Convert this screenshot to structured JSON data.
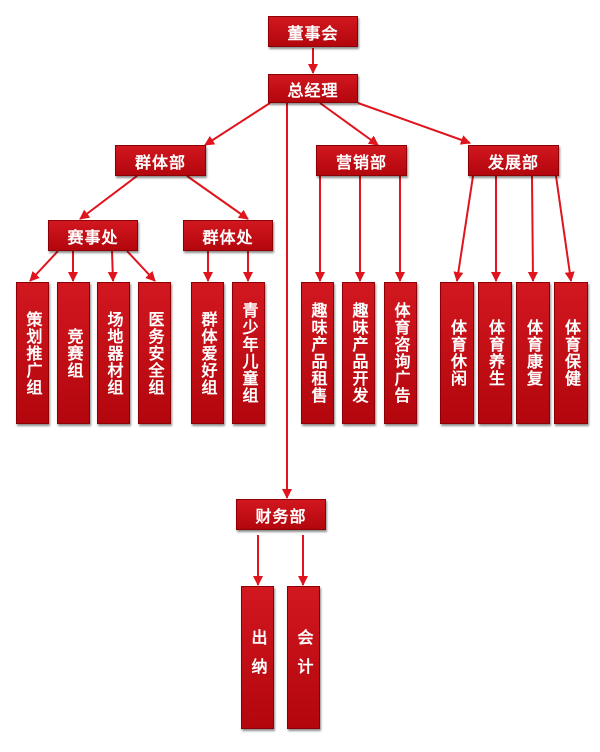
{
  "colors": {
    "box": "#c40d14",
    "arrow": "#e0141d"
  },
  "top": {
    "board": "董事会",
    "gm": "总经理"
  },
  "departments": {
    "group": "群体部",
    "marketing": "营销部",
    "development": "发展部",
    "finance": "财务部"
  },
  "sub_departments": {
    "event": "赛事处",
    "group_office": "群体处"
  },
  "teams": {
    "planning": "策划推广组",
    "competition": "竞赛组",
    "venue": "场地器材组",
    "medical": "医务安全组",
    "enthusiast": "群体爱好组",
    "youth": "青少年儿童组",
    "rental": "趣味产品租售",
    "product_dev": "趣味产品开发",
    "ads": "体育咨询广告",
    "leisure": "体育休闲",
    "health": "体育养生",
    "rehab": "体育康复",
    "care": "体育保健",
    "cashier": "出纳",
    "accounting": "会计"
  }
}
